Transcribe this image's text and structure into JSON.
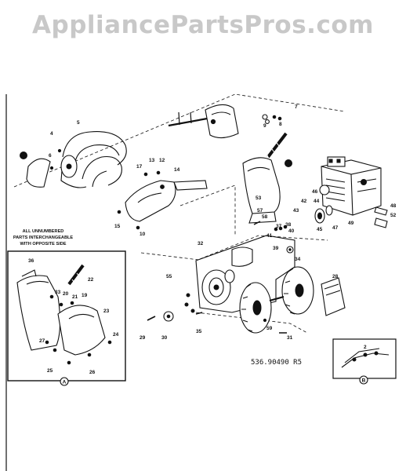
{
  "watermark": "AppliancePartsPros.com",
  "diagram_caption": "536.90490 R5",
  "note": {
    "line1": "ALL UNNUMBERED",
    "line2": "PARTS INTERCHANGEABLE",
    "line3": "WITH OPPOSITE SIDE"
  },
  "inset_markers": [
    "A",
    "B"
  ],
  "callouts": [
    "4",
    "5",
    "6",
    "7",
    "8",
    "9",
    "10",
    "12",
    "13",
    "14",
    "15",
    "17",
    "19",
    "20",
    "21",
    "22",
    "23",
    "24",
    "25",
    "26",
    "27",
    "28",
    "29",
    "30",
    "31",
    "32",
    "33",
    "34",
    "35",
    "36",
    "37",
    "38",
    "39",
    "40",
    "41",
    "42",
    "43",
    "44",
    "45",
    "46",
    "47",
    "48",
    "49",
    "52",
    "53",
    "55",
    "57",
    "58",
    "59",
    "2"
  ]
}
